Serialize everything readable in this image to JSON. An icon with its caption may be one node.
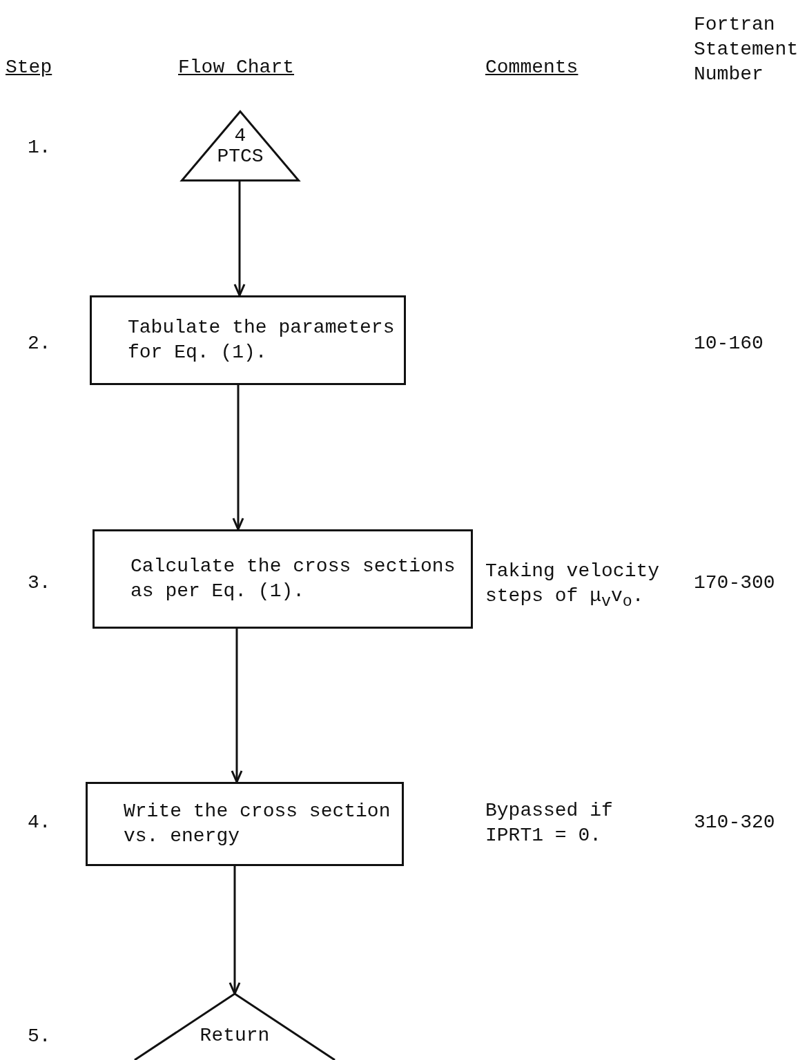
{
  "diagram": {
    "nodes": [
      {
        "text": [
          "4",
          "PTCS"
        ]
      },
      {
        "text": [
          "Tabulate the parameters for Eq. (1)."
        ]
      },
      {
        "text": [
          "Calculate the cross sections as per Eq. (1)."
        ]
      },
      {
        "text": [
          "Write the cross section vs. energy"
        ]
      },
      {
        "text": [
          "Return"
        ]
      }
    ],
    "edges": [
      {
        "from": 0,
        "to": 1,
        "arrow": "to"
      },
      {
        "from": 1,
        "to": 2,
        "arrow": "to"
      },
      {
        "from": 2,
        "to": 3,
        "arrow": "to"
      },
      {
        "from": 3,
        "to": 4,
        "arrow": "to"
      }
    ],
    "labels": [
      "Fortran Statement Number",
      "Step",
      "Flow Chart",
      "Comments",
      "1.",
      "2.",
      "10-160",
      "3.",
      "Taking velocity steps of μ$_{v}$v$_{o}$.",
      "170-300",
      "4.",
      "Bypassed if IPRT1 = 0.",
      "310-320",
      "5."
    ]
  }
}
